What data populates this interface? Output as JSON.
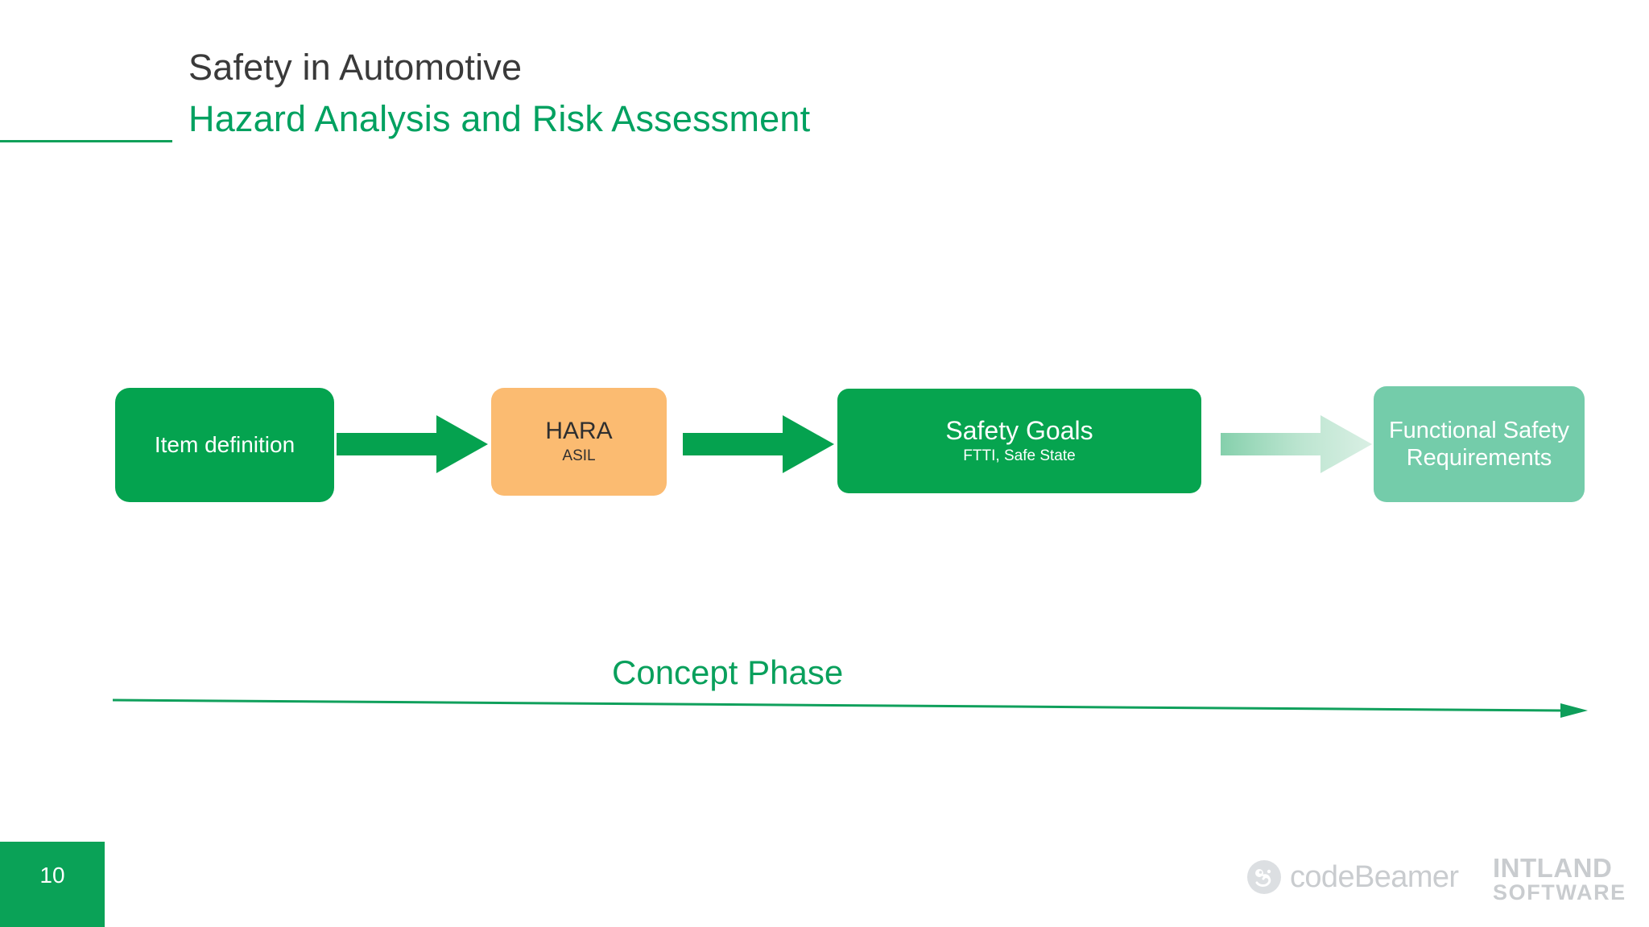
{
  "slide": {
    "page_number": "10",
    "background_color": "#ffffff"
  },
  "title": {
    "line1": "Safety in Automotive",
    "line2": "Hazard Analysis and Risk Assessment",
    "line1_color": "#3a3a3a",
    "line2_color": "#00a160",
    "rule_color": "#11a05a"
  },
  "diagram": {
    "type": "process-flow",
    "steps": [
      {
        "id": "item-definition",
        "title": "Item definition",
        "subtitle": "",
        "fill": "#04a34f",
        "text_color": "#ffffff"
      },
      {
        "id": "hara",
        "title": "HARA",
        "subtitle": "ASIL",
        "fill": "#fbbb71",
        "text_color": "#2f2f2f"
      },
      {
        "id": "safety-goals",
        "title": "Safety Goals",
        "subtitle": "FTTI, Safe State",
        "fill": "#06a44f",
        "text_color": "#ffffff"
      },
      {
        "id": "functional-safety-requirements",
        "title": "Functional Safety Requirements",
        "subtitle": "",
        "fill": "#74ccaa",
        "text_color": "#ffffff"
      }
    ],
    "connectors": [
      {
        "id": "arrow-1",
        "style": "solid",
        "color": "#05a24f"
      },
      {
        "id": "arrow-2",
        "style": "solid",
        "color": "#05a24f"
      },
      {
        "id": "arrow-3",
        "style": "faded-gradient",
        "color": "#8fd3ae"
      }
    ]
  },
  "timeline": {
    "label": "Concept Phase",
    "label_color": "#09a05c",
    "line_color": "#10a05c",
    "direction": "right"
  },
  "footer": {
    "codebeamer_label": "codeBeamer",
    "intland_line1": "INTLAND",
    "intland_line2": "SOFTWARE",
    "logo_color": "#c9cccf"
  }
}
